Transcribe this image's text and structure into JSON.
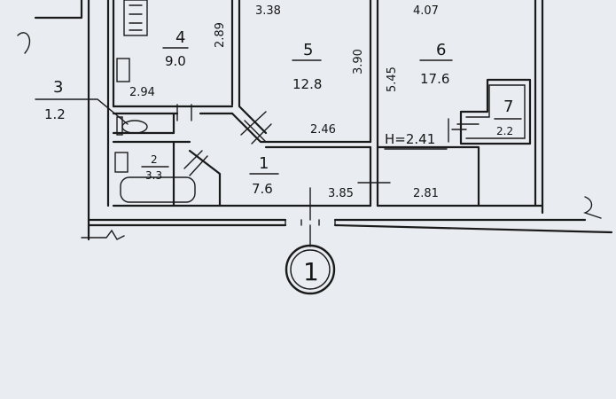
{
  "rooms": [
    {
      "id": "1",
      "number": "1",
      "area": "7.6"
    },
    {
      "id": "2",
      "number": "2",
      "area": "3.3"
    },
    {
      "id": "3",
      "number": "3",
      "area": "1.2"
    },
    {
      "id": "4",
      "number": "4",
      "area": "9.0"
    },
    {
      "id": "5",
      "number": "5",
      "area": "12.8"
    },
    {
      "id": "6",
      "number": "6",
      "area": "17.6"
    },
    {
      "id": "7",
      "number": "7",
      "area": "2.2"
    }
  ],
  "dimensions": {
    "d338": "3.38",
    "d407": "4.07",
    "d289": "2.89",
    "d390": "3.90",
    "d545": "5.45",
    "d294": "2.94",
    "d246": "2.46",
    "d385": "3.85",
    "d281": "2.81"
  },
  "ceiling_height": "H=2.41",
  "axis_marker": "1"
}
